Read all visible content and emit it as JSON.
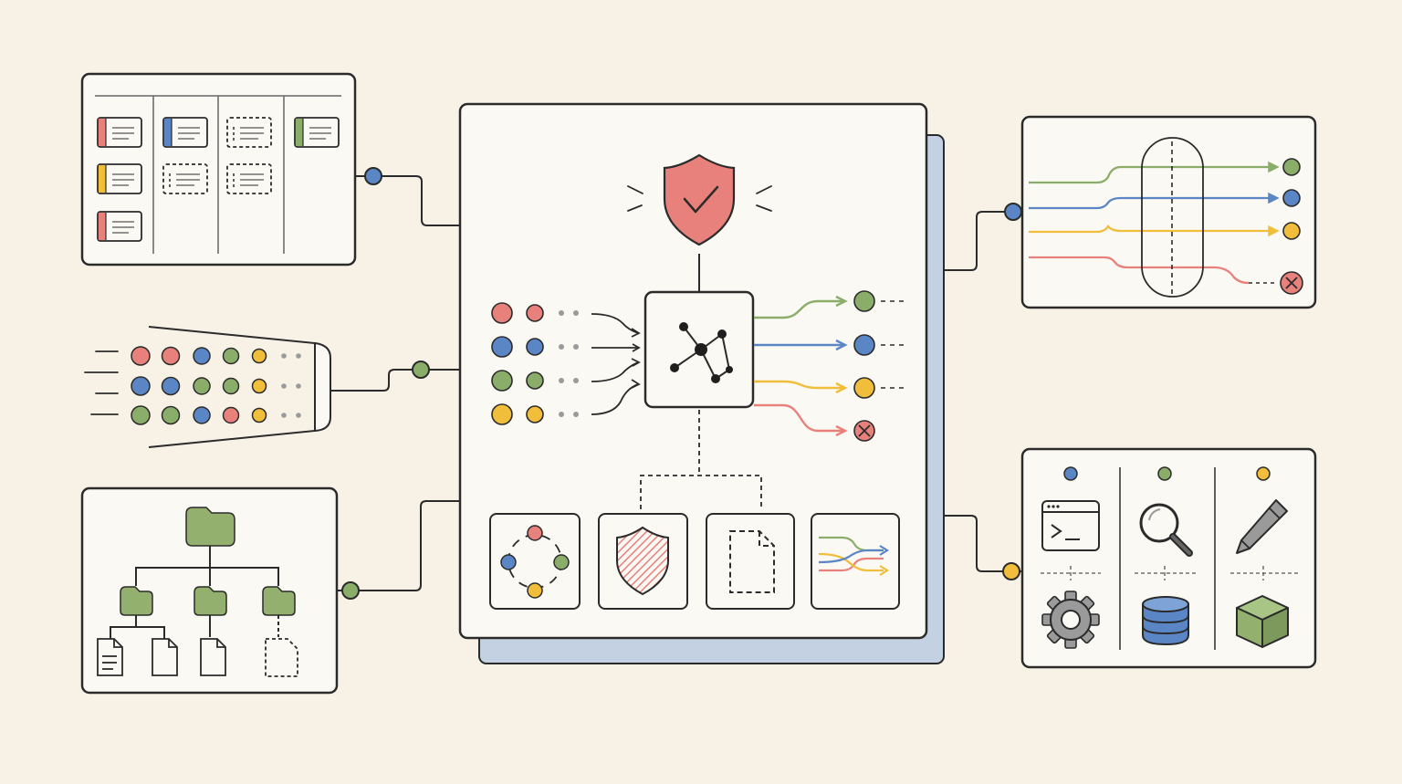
{
  "colors": {
    "background": "#f8f2e6",
    "panel": "#fbf9f3",
    "stroke": "#2b2b2b",
    "red": "#e8817c",
    "blue": "#5a86c6",
    "green": "#8aad6a",
    "yellow": "#f0be3a",
    "shadow": "#c3d1e3",
    "gray": "#9a9a9a",
    "folder": "#94b06f"
  },
  "panels": {
    "task_board": {
      "columns": 4,
      "cards": [
        {
          "column": 0,
          "row": 0,
          "accent": "red",
          "style": "solid"
        },
        {
          "column": 0,
          "row": 1,
          "accent": "yellow",
          "style": "solid"
        },
        {
          "column": 0,
          "row": 2,
          "accent": "red",
          "style": "solid"
        },
        {
          "column": 1,
          "row": 0,
          "accent": "blue",
          "style": "solid"
        },
        {
          "column": 1,
          "row": 1,
          "accent": "none",
          "style": "dashed"
        },
        {
          "column": 2,
          "row": 0,
          "accent": "none",
          "style": "dashed"
        },
        {
          "column": 2,
          "row": 1,
          "accent": "none",
          "style": "dashed"
        },
        {
          "column": 3,
          "row": 0,
          "accent": "green",
          "style": "solid"
        }
      ]
    },
    "input_funnel": {
      "rows": [
        [
          "red",
          "red",
          "blue",
          "green",
          "yellow"
        ],
        [
          "blue",
          "blue",
          "green",
          "green",
          "yellow"
        ],
        [
          "green",
          "green",
          "blue",
          "red",
          "yellow"
        ]
      ]
    },
    "file_tree": {
      "root": "folder-icon",
      "children": [
        "folder-icon",
        "folder-icon",
        "folder-icon"
      ],
      "leaves": [
        "document-icon",
        "document-icon",
        "document-icon",
        "placeholder-document-icon"
      ]
    },
    "hub": {
      "badge": "shield-check-icon",
      "core": "graph-network-icon",
      "input_rows": [
        [
          "red",
          "red"
        ],
        [
          "blue",
          "blue"
        ],
        [
          "green",
          "green"
        ],
        [
          "yellow",
          "yellow"
        ]
      ],
      "outputs": [
        {
          "color": "green",
          "status": "pass"
        },
        {
          "color": "blue",
          "status": "pass"
        },
        {
          "color": "yellow",
          "status": "pass"
        },
        {
          "color": "red",
          "status": "rejected"
        }
      ],
      "modules": [
        "cycle-icon",
        "hatched-shield-icon",
        "draft-document-icon",
        "merge-arrows-icon"
      ]
    },
    "filter_lanes": {
      "lanes": [
        {
          "color": "green",
          "status": "pass"
        },
        {
          "color": "blue",
          "status": "pass"
        },
        {
          "color": "yellow",
          "status": "pass"
        },
        {
          "color": "red",
          "status": "rejected"
        }
      ]
    },
    "tools": {
      "columns": [
        {
          "dot": "blue",
          "top": "terminal-icon",
          "bottom": "gear-icon"
        },
        {
          "dot": "green",
          "top": "magnifier-icon",
          "bottom": "database-icon"
        },
        {
          "dot": "yellow",
          "top": "pencil-icon",
          "bottom": "cube-icon"
        }
      ]
    },
    "connectors": [
      {
        "from": "task-board-panel",
        "to": "hub-panel",
        "dot": "blue"
      },
      {
        "from": "input-funnel-panel",
        "to": "hub-panel",
        "dot": "green"
      },
      {
        "from": "file-tree-panel",
        "to": "hub-panel",
        "dot": "green"
      },
      {
        "from": "hub-panel",
        "to": "filter-lanes-panel",
        "dot": "blue"
      },
      {
        "from": "hub-panel",
        "to": "tools-panel",
        "dot": "yellow"
      }
    ]
  }
}
